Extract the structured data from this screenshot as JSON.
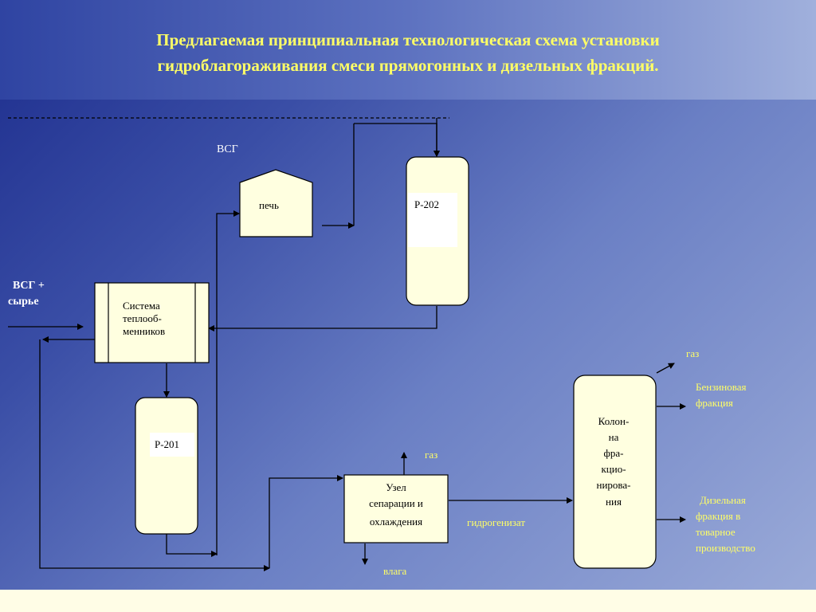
{
  "title": {
    "line1": "Предлагаемая принципиальная технологическая схема   установки",
    "line2": "гидроблагораживания смеси прямогонных и дизельных фракций."
  },
  "labels": {
    "vsg_top": "ВСГ",
    "vsg_feed_line1": "ВСГ +",
    "vsg_feed_line2": "сырье",
    "gas_sep": "газ",
    "gas_col": "газ",
    "hydrogenizate": "гидрогенизат",
    "moisture": "влага",
    "gasoline_line1": "Бензиновая",
    "gasoline_line2": "фракция",
    "diesel_line1": "Дизельная",
    "diesel_line2": "фракция в",
    "diesel_line3": "товарное",
    "diesel_line4": "производство"
  },
  "units": {
    "furnace": "печь",
    "r202": "Р-202",
    "r201": "Р-201",
    "hx_line1": "Система",
    "hx_line2": "теплооб-",
    "hx_line3": "менников",
    "sep_line1": "Узел",
    "sep_line2": "сепарации и",
    "sep_line3": "охлаждения",
    "col_line1": "Колон-",
    "col_line2": "на",
    "col_line3": "фра-",
    "col_line4": "кцио-",
    "col_line5": "нирова-",
    "col_line6": "ния"
  },
  "colors": {
    "title": "#ffff66",
    "unit_fill": "#ffffe0",
    "product_label": "#ffff66",
    "feed_label": "#ffffff",
    "background_dark": "#1c2c8c",
    "background_light": "#9aaad8"
  }
}
